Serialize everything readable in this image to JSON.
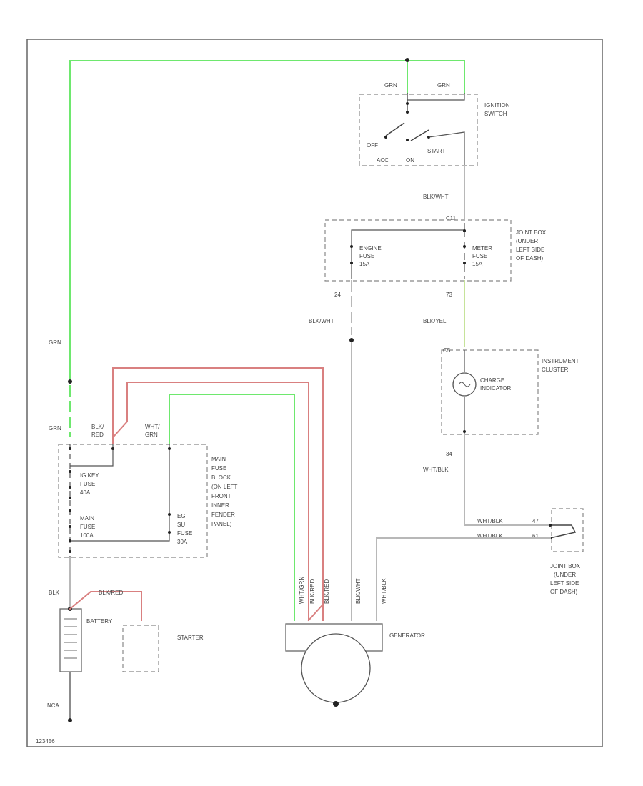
{
  "labels": {
    "grn_top_left": "GRN",
    "grn_top_right": "GRN",
    "ign_switch": [
      "IGNITION",
      "SWITCH"
    ],
    "off": "OFF",
    "start": "START",
    "acc": "ACC",
    "on": "ON",
    "blk_wht_1": "BLK/WHT",
    "c11": "C11",
    "joint_box_1": [
      "JOINT BOX",
      "(UNDER",
      "LEFT SIDE",
      "OF DASH)"
    ],
    "engine_fuse": [
      "ENGINE",
      "FUSE",
      "15A"
    ],
    "meter_fuse": [
      "METER",
      "FUSE",
      "15A"
    ],
    "c24": "24",
    "c73": "73",
    "blk_wht_2": "BLK/WHT",
    "blk_yel": "BLK/YEL",
    "c5": "C5",
    "instrument_cluster": [
      "INSTRUMENT",
      "CLUSTER"
    ],
    "charge_indicator": [
      "CHARGE",
      "INDICATOR"
    ],
    "c34": "34",
    "wht_blk": "WHT/BLK",
    "wht_blk_2": "WHT/BLK",
    "wht_blk_3": "WHT/BLK",
    "c47": "47",
    "c61": "61",
    "joint_box_2": [
      "JOINT BOX",
      "(UNDER",
      "LEFT SIDE",
      "OF DASH)"
    ],
    "grn_left": "GRN",
    "grn_left_2": "GRN",
    "blk_red": [
      "BLK/",
      "RED"
    ],
    "wht_grn": [
      "WHT/",
      "GRN"
    ],
    "ig_key_fuse": [
      "IG KEY",
      "FUSE",
      "40A"
    ],
    "main_fuse": [
      "MAIN",
      "FUSE",
      "100A"
    ],
    "eg_su_fuse": [
      "EG",
      "SU",
      "FUSE",
      "30A"
    ],
    "main_fuse_block": [
      "MAIN",
      "FUSE",
      "BLOCK",
      "(ON LEFT",
      "FRONT",
      "INNER",
      "FENDER",
      "PANEL)"
    ],
    "vert_wires": [
      "WHT/GRN",
      "BLK/RED",
      "BLK/RED",
      "BLK/WHT",
      "WHT/BLK"
    ],
    "blk": "BLK",
    "blk_red_bat": "BLK/RED",
    "battery": "BATTERY",
    "starter": "STARTER",
    "generator": "GENERATOR",
    "gnd": "NCA",
    "code": "123456"
  }
}
